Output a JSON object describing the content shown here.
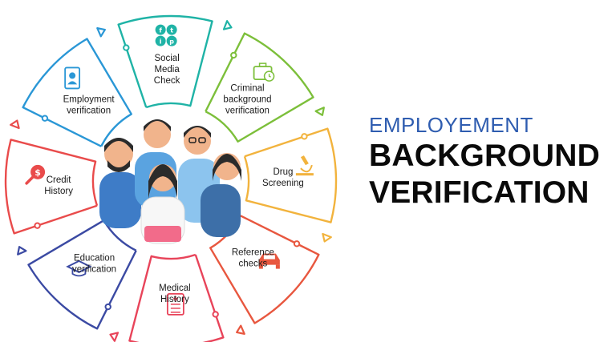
{
  "title": {
    "line1": "EMPLOYEMENT",
    "line2": "BACKGROUND",
    "line3": "VERIFICATION"
  },
  "segments": [
    {
      "lines": [
        "Social",
        "Media",
        "Check"
      ],
      "color": "#1fb3a6",
      "icon": "social-media-icon"
    },
    {
      "lines": [
        "Criminal",
        "background",
        "verification"
      ],
      "color": "#7cbf3a",
      "icon": "briefcase-clock-icon"
    },
    {
      "lines": [
        "Drug",
        "Screening"
      ],
      "color": "#f2b33d",
      "icon": "microscope-icon"
    },
    {
      "lines": [
        "Reference",
        "checks"
      ],
      "color": "#e8573f",
      "icon": "car-icon"
    },
    {
      "lines": [
        "Medical",
        "History"
      ],
      "color": "#e8445a",
      "icon": "medical-clipboard-icon"
    },
    {
      "lines": [
        "Education",
        "verification"
      ],
      "color": "#3b4aa3",
      "icon": "graduation-cap-icon"
    },
    {
      "lines": [
        "Credit",
        "History"
      ],
      "color": "#e94b4b",
      "icon": "magnifier-dollar-icon"
    },
    {
      "lines": [
        "Employment",
        "verification"
      ],
      "color": "#2a97d6",
      "icon": "id-badge-icon"
    }
  ]
}
